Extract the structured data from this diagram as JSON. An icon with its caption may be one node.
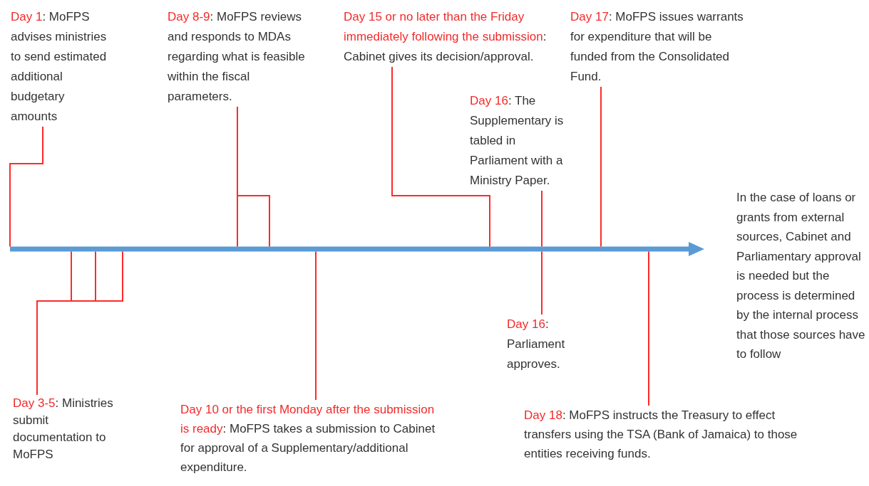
{
  "diagram": {
    "nodes": [
      {
        "text": [
          "Day 1",
          ": MoFPS advises ministries to send estimated additional budgetary amounts"
        ]
      },
      {
        "text": [
          "Day 8-9",
          ": MoFPS reviews and responds to MDAs regarding what is feasible within the fiscal parameters."
        ]
      },
      {
        "text": [
          "Day 15 or no later than the Friday immediately following the submission",
          ": Cabinet gives its decision/approval."
        ]
      },
      {
        "text": [
          "Day 16",
          ": The Supplementary is tabled in Parliament with a Ministry Paper."
        ]
      },
      {
        "text": [
          "Day 17",
          ": MoFPS issues warrants for expenditure that will be funded from the Consolidated Fund."
        ]
      },
      {
        "text": [
          "Day 3-5",
          ": Ministries submit documentation to MoFPS"
        ]
      },
      {
        "text": [
          "Day 10 or the first Monday after the submission is ready",
          ": MoFPS takes a submission to Cabinet for approval of a Supplementary/additional expenditure."
        ]
      },
      {
        "text": [
          "Day 16",
          ": Parliament approves."
        ]
      },
      {
        "text": [
          "Day 18",
          ": MoFPS instructs the Treasury to effect transfers using the TSA (Bank of Jamaica) to those entities receiving funds."
        ]
      },
      {
        "text": [],
        "shape": "arrow"
      }
    ],
    "edges": [
      {
        "from": 0,
        "to": 9,
        "arrow": "none"
      },
      {
        "from": 1,
        "to": 9,
        "arrow": "none"
      },
      {
        "from": 2,
        "to": 9,
        "arrow": "none"
      },
      {
        "from": 3,
        "to": 9,
        "arrow": "none"
      },
      {
        "from": 4,
        "to": 9,
        "arrow": "none"
      },
      {
        "from": 5,
        "to": 9,
        "arrow": "none"
      },
      {
        "from": 6,
        "to": 9,
        "arrow": "none"
      },
      {
        "from": 7,
        "to": 9,
        "arrow": "none"
      },
      {
        "from": 8,
        "to": 9,
        "arrow": "none"
      }
    ],
    "labels": [
      "In the case of loans or grants from external sources, Cabinet and Parliamentary approval is needed but the process is determined by the internal process that those sources have to follow"
    ]
  }
}
